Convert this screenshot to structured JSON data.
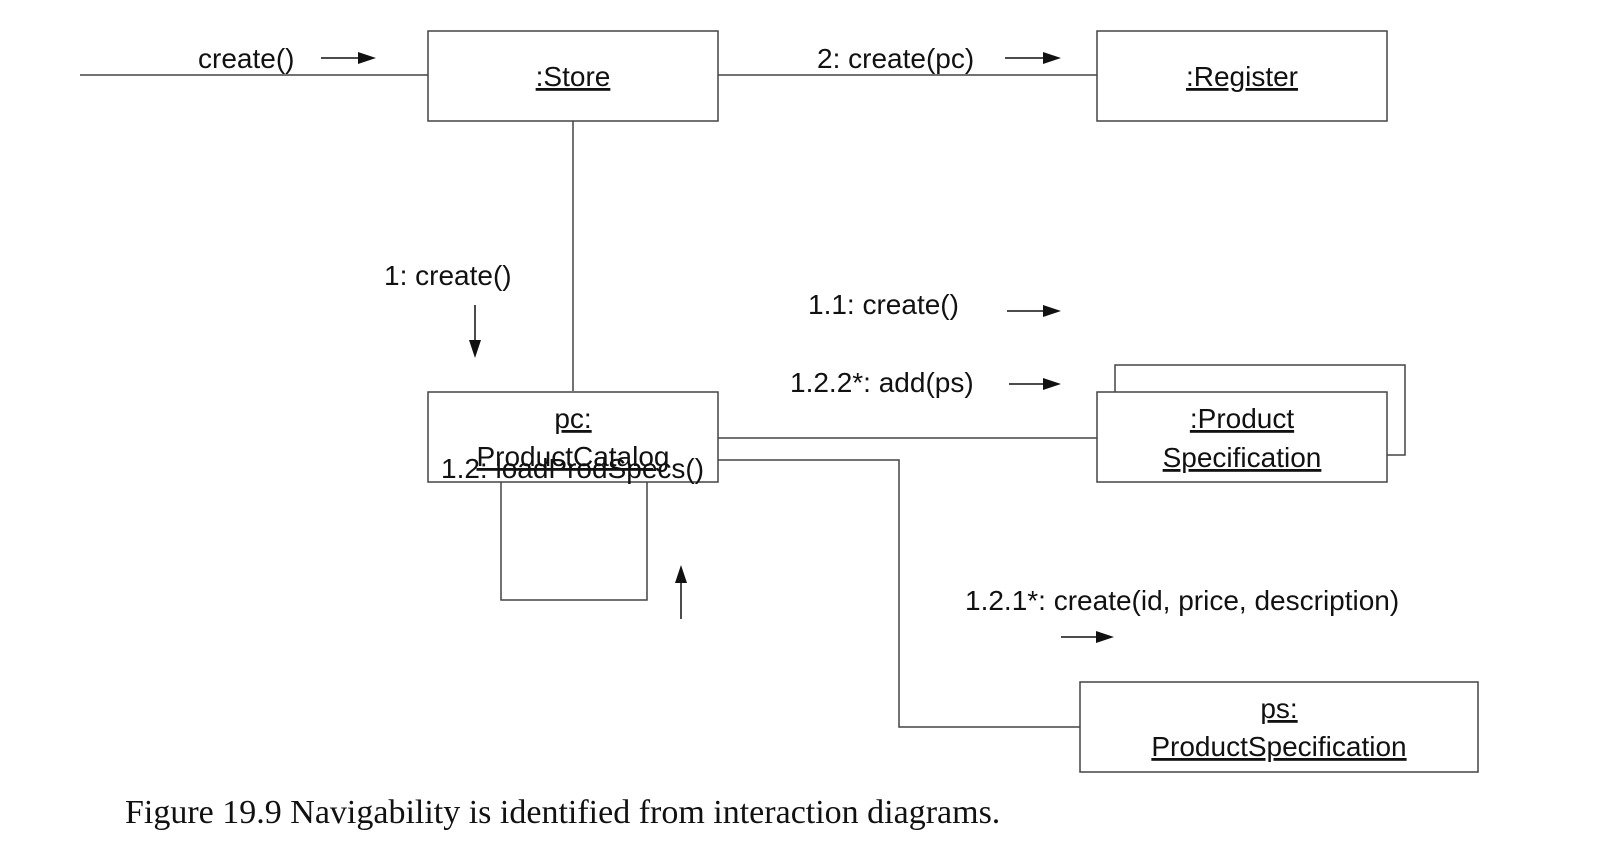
{
  "objects": {
    "store": ":Store",
    "register": ":Register",
    "catalog_line1": "pc:",
    "catalog_line2": "ProductCatalog",
    "spec_multi_line1": ":Product",
    "spec_multi_line2": "Specification",
    "ps_line1": "ps:",
    "ps_line2": "ProductSpecification"
  },
  "messages": {
    "create_entry": "create()",
    "create_register": "2: create(pc)",
    "create_catalog": "1: create()",
    "create_spec_collection": "1.1: create()",
    "add_ps": "1.2.2*: add(ps)",
    "load_specs": "1.2: loadProdSpecs()",
    "create_ps": "1.2.1*: create(id, price, description)"
  },
  "caption": "Figure 19.9 Navigability is identified from interaction diagrams."
}
